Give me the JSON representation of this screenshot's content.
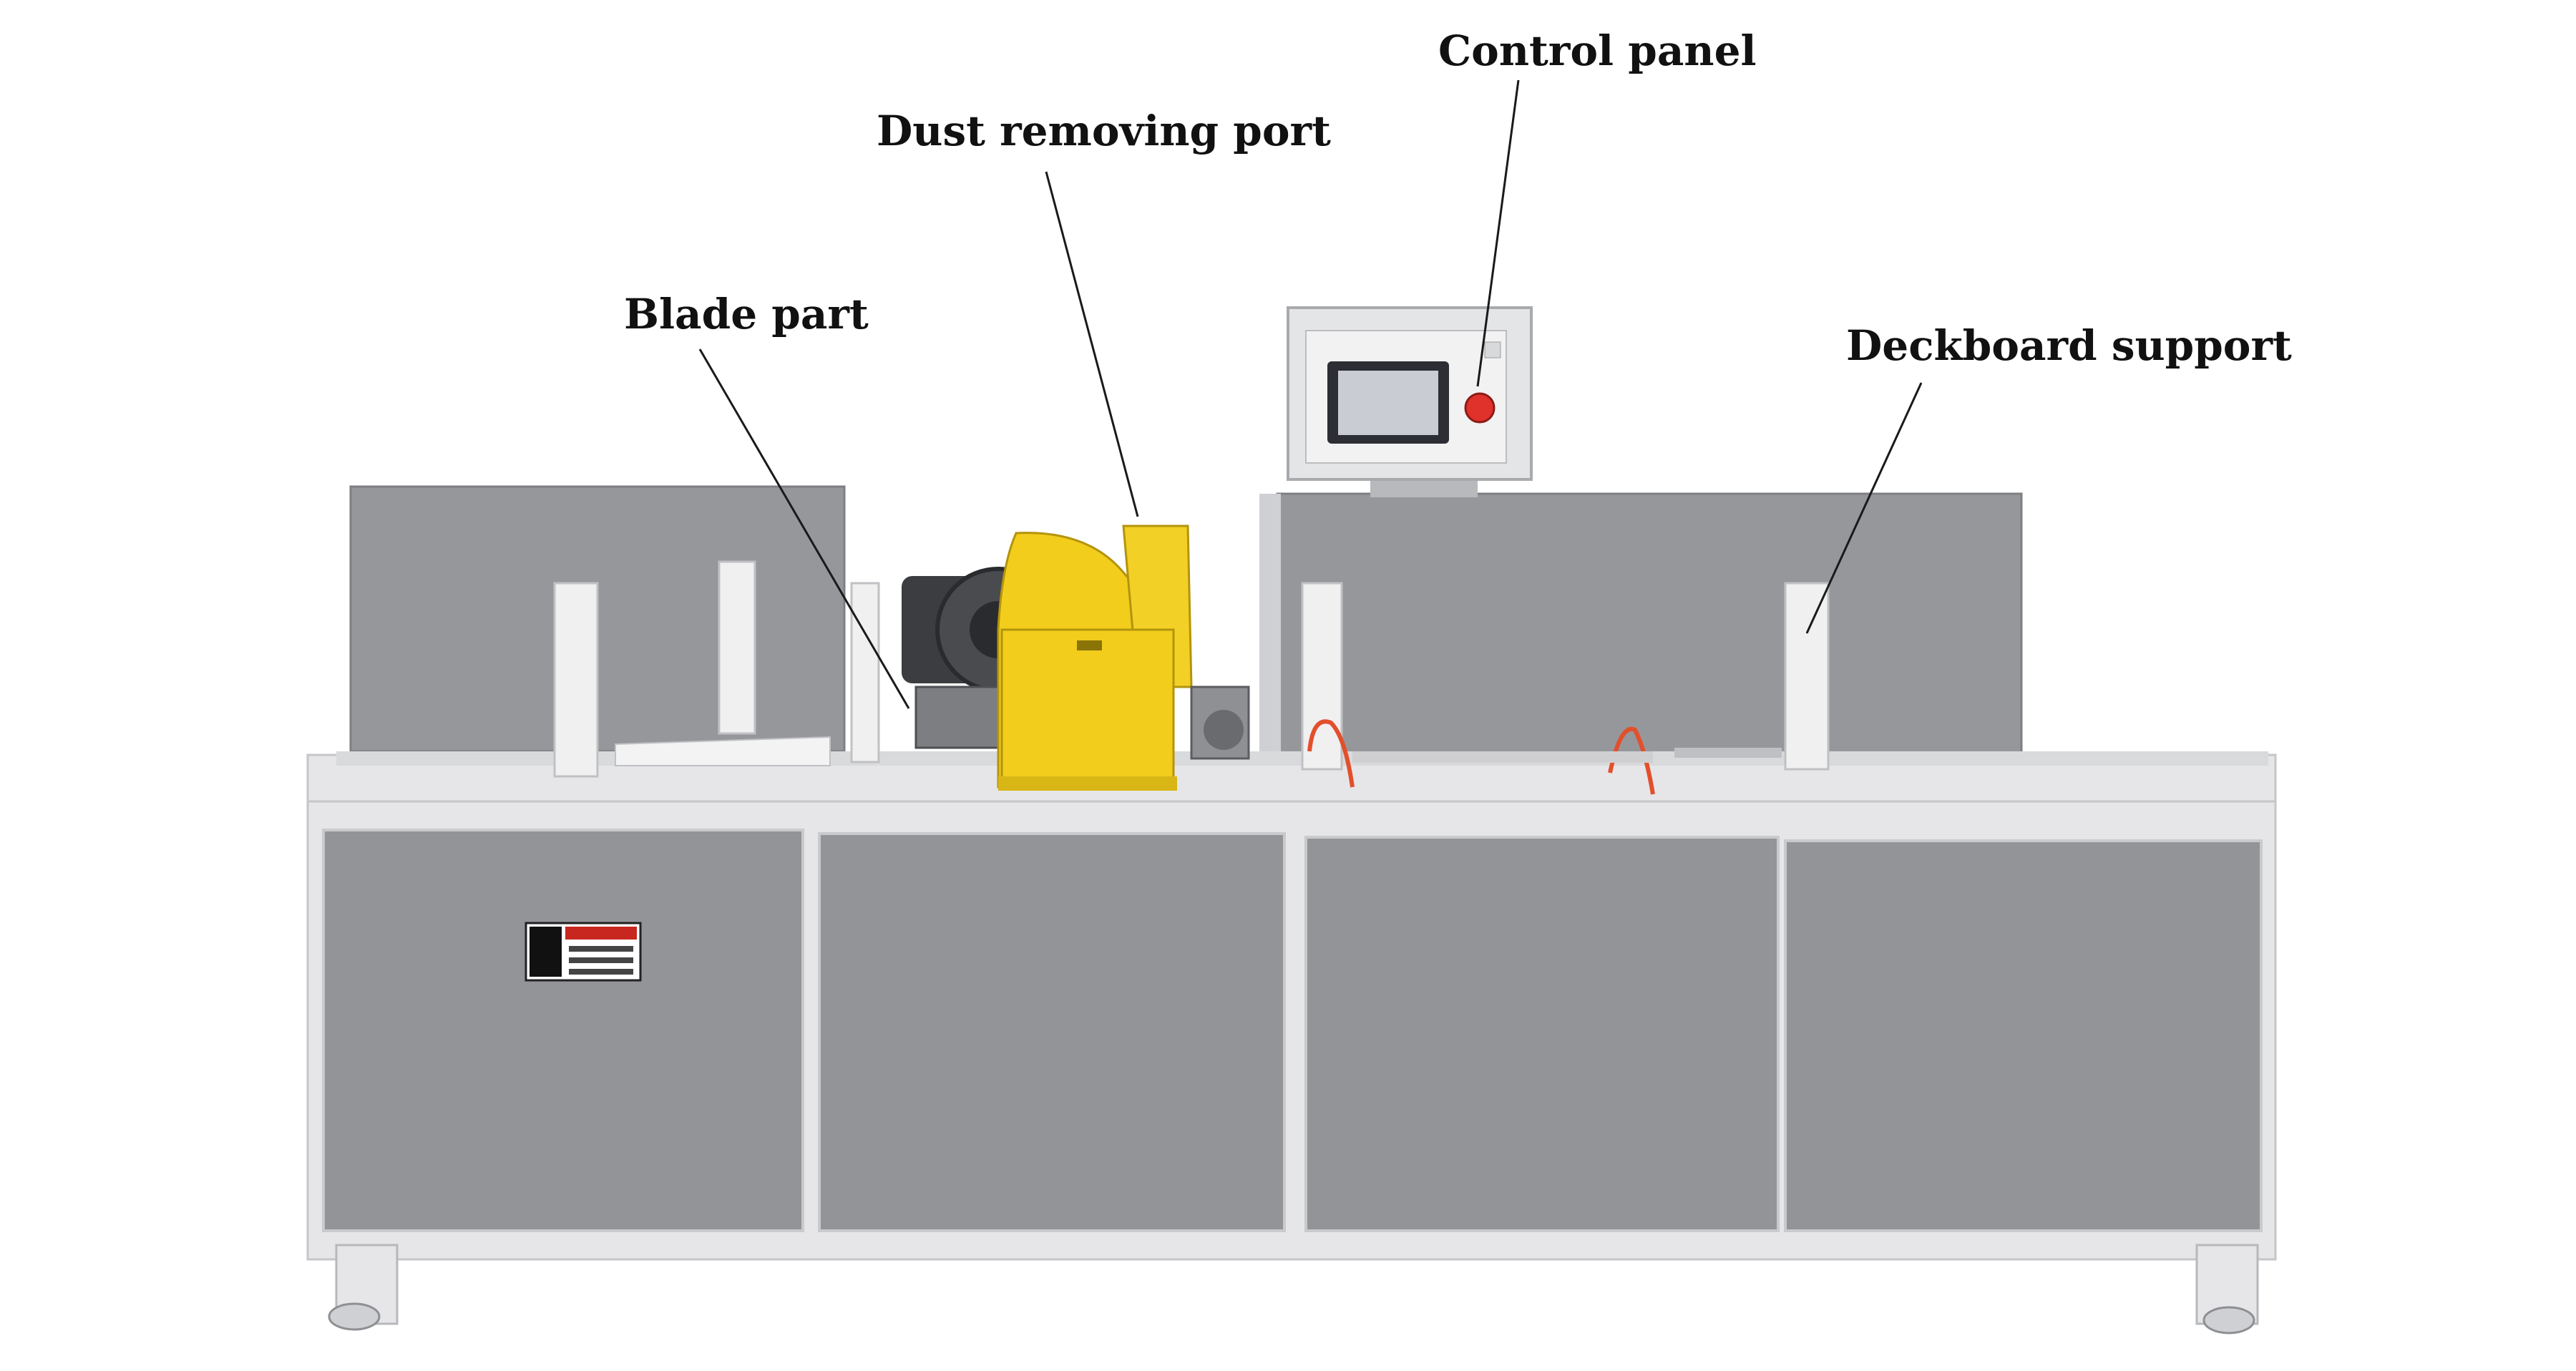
{
  "labels": {
    "control_panel": "Control panel",
    "dust_port": "Dust removing port",
    "blade_part": "Blade part",
    "deckboard_support": "Deckboard support"
  },
  "colors": {
    "machine_gray": "#9a9b9f",
    "panel_gray": "#939498",
    "frame_light": "#e6e6e8",
    "yellow": "#f2cd1c",
    "motor_dark": "#3c3d40",
    "red_button": "#e0312b",
    "screen": "#c9ccd3"
  },
  "icons": [
    "warning-sticker-icon",
    "emergency-stop-icon"
  ]
}
